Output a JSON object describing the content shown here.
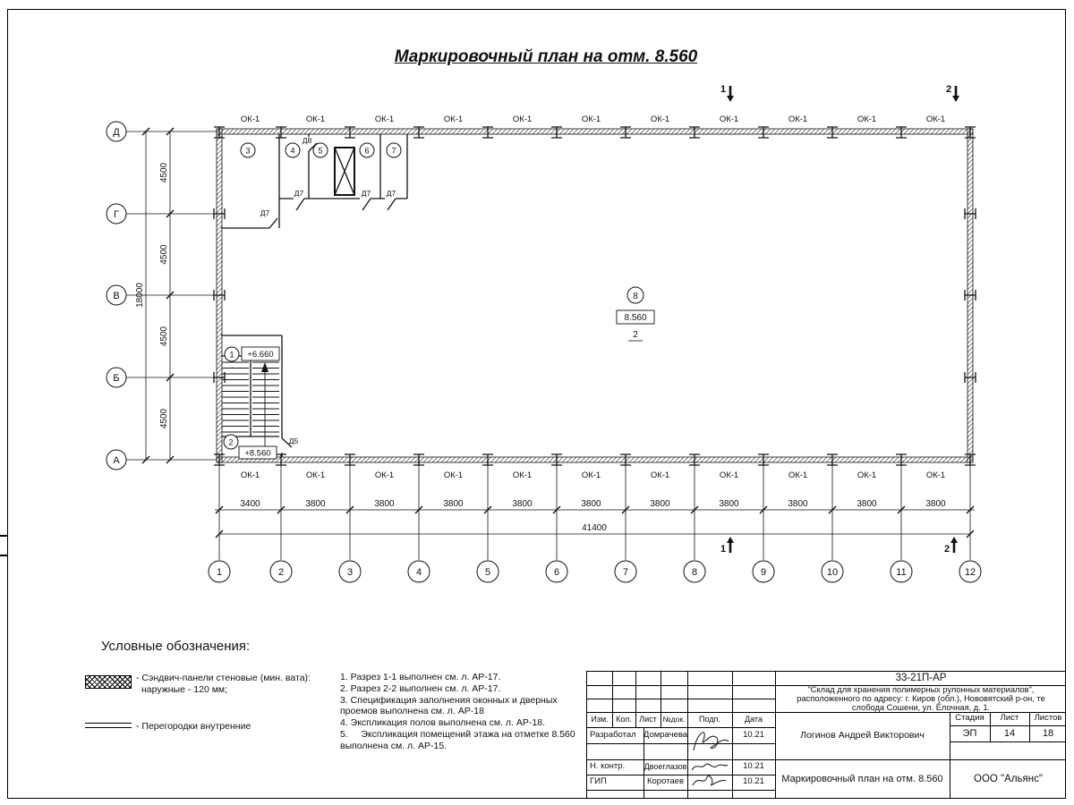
{
  "title": "Маркировочный план на отм. 8.560",
  "plan": {
    "window_label": "ОК-1",
    "axis_rows": [
      "Д",
      "Г",
      "В",
      "Б",
      "А"
    ],
    "row_dims": [
      "4500",
      "4500",
      "4500",
      "4500"
    ],
    "row_total": "18000",
    "axis_cols": [
      "1",
      "2",
      "3",
      "4",
      "5",
      "6",
      "7",
      "8",
      "9",
      "10",
      "11",
      "12"
    ],
    "col_dims": [
      "3400",
      "3800",
      "3800",
      "3800",
      "3800",
      "3800",
      "3800",
      "3800",
      "3800",
      "3800",
      "3800"
    ],
    "col_total": "41400",
    "section_marks": [
      "1",
      "2"
    ],
    "room_circles_top": [
      "3",
      "4",
      "5",
      "6",
      "7"
    ],
    "hall_room": "8",
    "hall_elevation": "8.560",
    "hall_number": "2",
    "stair_room_upper": "1",
    "stair_elev_upper": "+6.660",
    "stair_room_lower": "2",
    "stair_elev_lower": "+8.560",
    "door_labels": {
      "d8": "Д8",
      "d7": "Д7",
      "d5": "Д5"
    }
  },
  "legend": {
    "heading": "Условные обозначения:",
    "item1_line1": "- Сэндвич-панели стеновые (мин. вата):",
    "item1_line2": "наружные - 120 мм;",
    "item2": "- Перегородки внутренние"
  },
  "notes": [
    "1. Разрез 1-1 выполнен см. л. АР-17.",
    "2. Разрез 2-2 выполнен см. л. АР-17.",
    "3. Спецификация заполнения оконных и дверных проемов выполнена см. л. АР-18",
    "4. Экспликация полов выполнена см. л. АР-18.",
    "5.     Экспликация помещений этажа на отметке 8.560 выполнена см. л. АР-15."
  ],
  "titleblock": {
    "code": "33-21П-АР",
    "description_line1": "\"Склад для хранения полимерных рулонных материалов\",",
    "description_line2": "расположенного по адресу: г. Киров (обл.), Нововятский р-он, те",
    "description_line3": "слобода Сошени, ул. Ёлочная, д. 1.",
    "cols": [
      "Изм.",
      "Кол.",
      "Лист",
      "№док.",
      "Подп.",
      "Дата"
    ],
    "rows": [
      {
        "role": "Разработал",
        "name": "Домрачева",
        "date": "10.21"
      },
      {
        "role": "Н. контр.",
        "name": "Двоеглазов",
        "date": "10.21"
      },
      {
        "role": "ГИП",
        "name": "Коротаев",
        "date": "10.21"
      }
    ],
    "chief_name": "Логинов Андрей Викторович",
    "stage_headers": [
      "Стадия",
      "Лист",
      "Листов"
    ],
    "stage_values": [
      "ЭП",
      "14",
      "18"
    ],
    "doc_title": "Маркировочный план на отм. 8.560",
    "company": "ООО \"Альянс\""
  }
}
